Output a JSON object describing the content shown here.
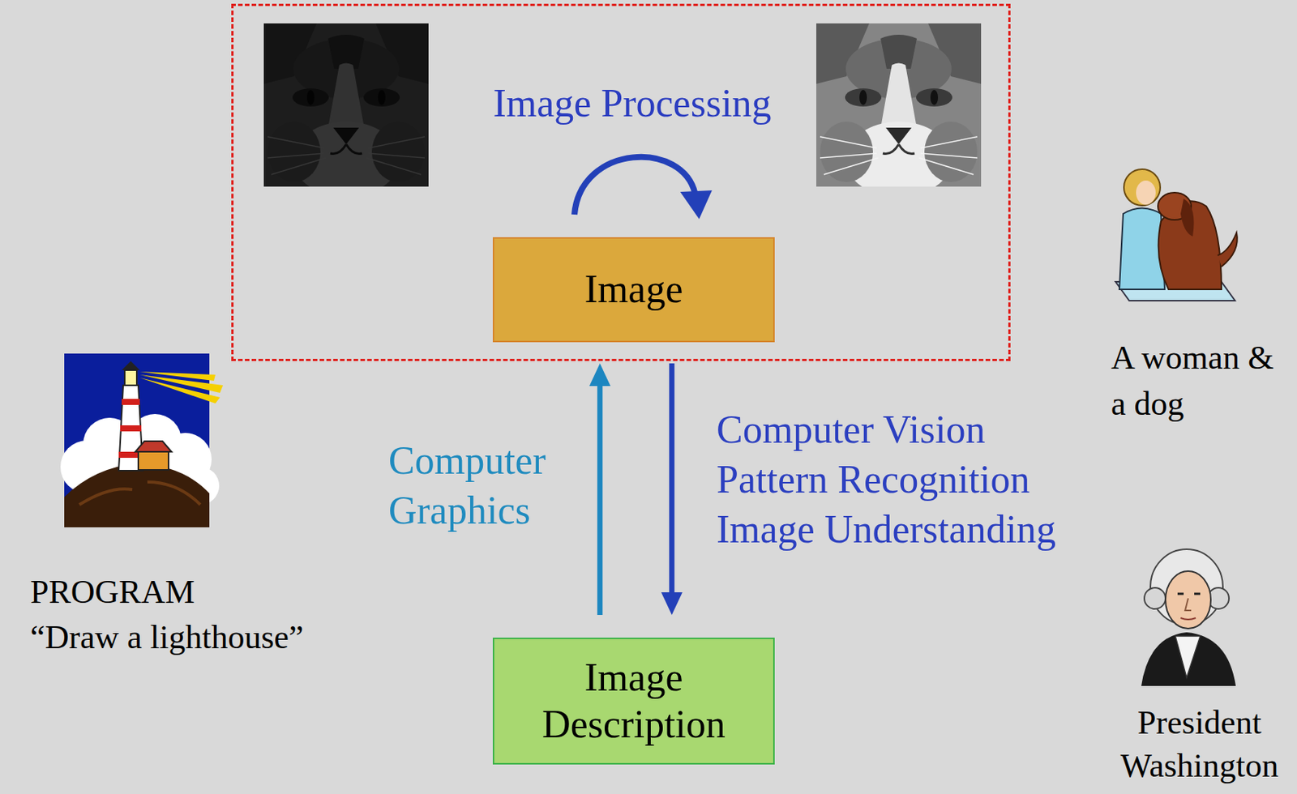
{
  "diagram": {
    "nodes": [
      {
        "text": [
          "Image Processing"
        ]
      },
      {
        "text": [
          "Image"
        ],
        "in": 0
      },
      {
        "text": [
          "Image Description"
        ]
      }
    ],
    "edges": [
      {
        "from": 2,
        "to": 1,
        "arrow": "to",
        "label": "Computer Graphics"
      },
      {
        "from": 1,
        "to": 2,
        "arrow": "to",
        "label": "Computer Vision Pattern Recognition Image Understanding"
      }
    ],
    "labels": [
      "PROGRAM",
      "“Draw a lighthouse”",
      "A woman & a dog",
      "President Washington"
    ]
  }
}
